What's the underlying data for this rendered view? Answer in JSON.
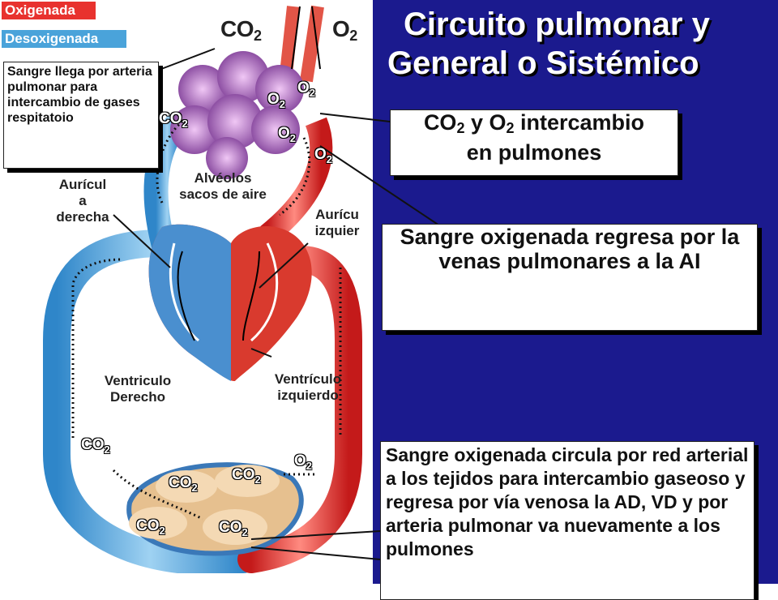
{
  "title": {
    "line1": "Circuito pulmonar y",
    "line2": "General o Sistémico"
  },
  "legend": {
    "oxygenated": "Oxigenada",
    "deoxygenated": "Desoxigenada"
  },
  "colors": {
    "oxygenated": "#e8322e",
    "deoxygenated": "#4aa3da",
    "background": "#1b1a8e",
    "alveoli": "#b77fc0",
    "tissue": "#f4d9b4"
  },
  "left_note": "Sangre llega por arteria pulmonar para intercambio de gases respitatoio",
  "labels": {
    "right_atrium": [
      "Aurícul",
      "a",
      "derecha"
    ],
    "left_atrium": [
      "Aurícu",
      "izquier"
    ],
    "alveoli": [
      "Alvéolos",
      "sacos de aire"
    ],
    "right_ventricle": [
      "Ventriculo",
      "Derecho"
    ],
    "left_ventricle": [
      "Ventrículo",
      "izquierdo"
    ]
  },
  "gases": {
    "co2": "CO",
    "o2": "O",
    "subscript": "2"
  },
  "boxes": {
    "exchange": {
      "gas_co": "CO",
      "sub": "2",
      "and": " y O",
      "rest": " intercambio",
      "line2": "en pulmones"
    },
    "return": "Sangre oxigenada regresa por la venas pulmonares a la AI",
    "systemic": "Sangre oxigenada circula por red arterial a los tejidos para intercambio gaseoso y regresa por vía venosa la AD, VD y por arteria pulmonar va nuevamente a los pulmones"
  }
}
